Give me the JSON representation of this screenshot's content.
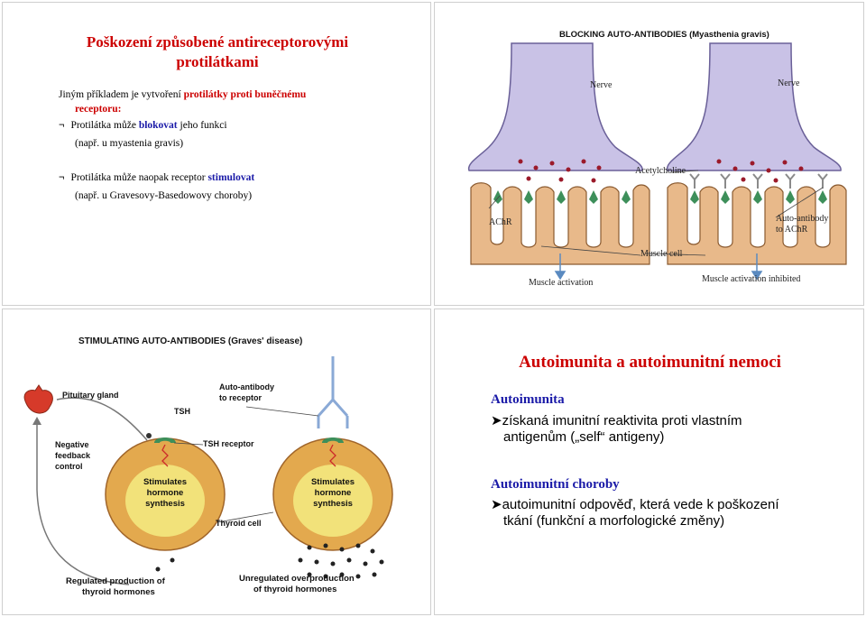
{
  "slide1": {
    "title_line1": "Poškození způsobené antireceptorovými",
    "title_line2": "protilátkami",
    "intro_a": "Jiným příkladem je vytvoření ",
    "intro_b": "protilátky proti buněčnému",
    "intro_c": "receptoru:",
    "bullet1_glyph": "¬",
    "bullet1_a": "Protilátka může ",
    "bullet1_b": "blokovat",
    "bullet1_c": " jeho funkci",
    "bullet1_note": "(např. u myastenia gravis)",
    "bullet2_glyph": "¬",
    "bullet2_a": "Protilátka může naopak receptor ",
    "bullet2_b": "stimulovat",
    "bullet2_note": "(např. u Gravesovy-Basedowovy choroby)"
  },
  "slide2": {
    "header": "BLOCKING AUTO-ANTIBODIES (Myasthenia gravis)",
    "nerve_left": "Nerve",
    "nerve_right": "Nerve",
    "acetylcholine": "Acetylcholine",
    "achr": "AChR",
    "auto_antibody_line1": "Auto-antibody",
    "auto_antibody_line2": "to AChR",
    "muscle_cell": "Muscle cell",
    "muscle_activation": "Muscle activation",
    "muscle_inhibited": "Muscle activation inhibited"
  },
  "slide3": {
    "header": "STIMULATING AUTO-ANTIBODIES (Graves' disease)",
    "pituitary": "Pituitary gland",
    "tsh": "TSH",
    "auto_antibody_line1": "Auto-antibody",
    "auto_antibody_line2": "to receptor",
    "tsh_receptor": "TSH receptor",
    "negative_line1": "Negative",
    "negative_line2": "feedback",
    "negative_line3": "control",
    "stim_line1": "Stimulates",
    "stim_line2": "hormone",
    "stim_line3": "synthesis",
    "thyroid_cell": "Thyroid cell",
    "regulated_line1": "Regulated production of",
    "regulated_line2": "thyroid hormones",
    "unregulated_line1": "Unregulated overproduction",
    "unregulated_line2": "of thyroid hormones"
  },
  "slide4": {
    "title": "Autoimunita a autoimunitní nemoci",
    "h1": "Autoimunita",
    "arrow": "➤",
    "t1_line1": "získaná imunitní reaktivita proti vlastním",
    "t1_line2": "antigenům („self“ antigeny)",
    "h2": "Autoimunitní choroby",
    "t2_line1": "autoimunitní odpověď, která vede k poškození",
    "t2_line2": "tkání (funkční a morfologické změny)"
  },
  "colors": {
    "title_red": "#cc0000",
    "accent_blue": "#1a1aa8",
    "nerve_fill": "#c9c2e6",
    "muscle_fill": "#e8b98a",
    "dot_red": "#9b1a2a",
    "thyroid_outer": "#e3a94e",
    "thyroid_inner": "#f2e27a",
    "gland_red": "#d63a2a",
    "receptor_green": "#3d8f5a"
  }
}
